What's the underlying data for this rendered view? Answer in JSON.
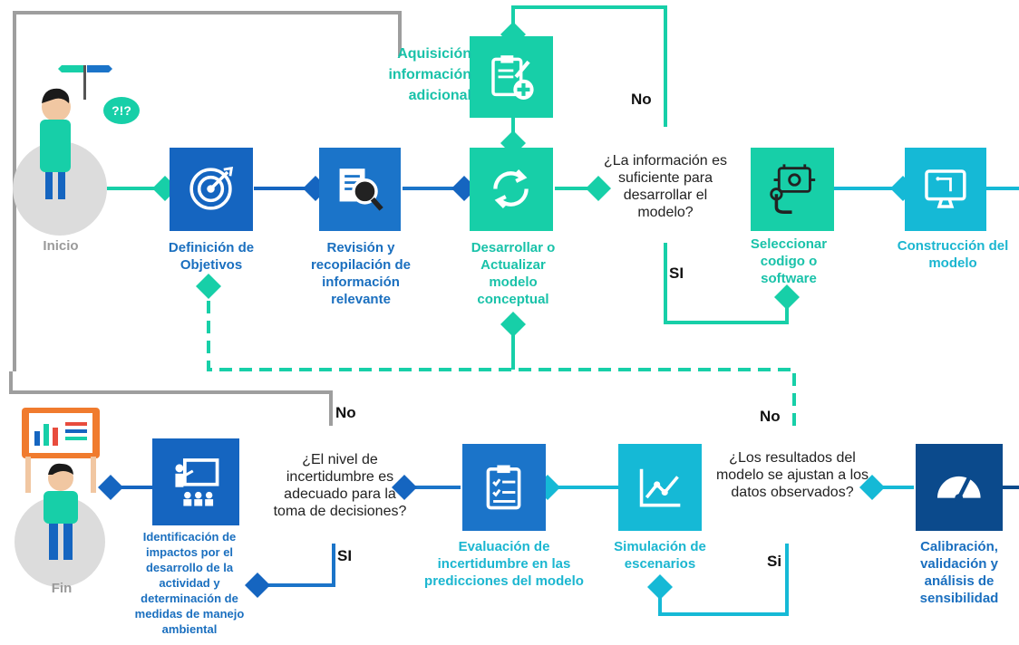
{
  "colors": {
    "blue": "#1565c0",
    "mid_blue": "#1b74c9",
    "teal": "#17cfa8",
    "cyan": "#15b9d6",
    "dark_blue": "#0b4a8c",
    "grey_line": "#9e9e9e"
  },
  "nodes": {
    "inicio": {
      "label": "Inicio"
    },
    "fin": {
      "label": "Fin"
    },
    "objetivos": {
      "label": "Definición de Objetivos",
      "icon": "target-icon"
    },
    "revision": {
      "label": "Revisión y recopilación de información relevante",
      "icon": "document-search-icon"
    },
    "modelo_conceptual": {
      "label": "Desarrollar o Actualizar modelo conceptual",
      "icon": "refresh-icon"
    },
    "aquisicion": {
      "label": "Aquisición información adicional",
      "icon": "clipboard-add-icon"
    },
    "seleccionar": {
      "label": "Seleccionar codigo o software",
      "icon": "touch-circuit-icon"
    },
    "construccion": {
      "label": "Construcción del modelo",
      "icon": "monitor-icon"
    },
    "calibracion": {
      "label": "Calibración, validación y análisis de sensibilidad",
      "icon": "gauge-icon"
    },
    "simulacion": {
      "label": "Simulación de escenarios",
      "icon": "line-chart-icon"
    },
    "evaluacion": {
      "label": "Evaluación de incertidumbre en las predicciones del modelo",
      "icon": "checklist-icon"
    },
    "identificacion": {
      "label": "Identificación de impactos por el desarrollo de la actividad y determinación de medidas de manejo ambiental",
      "icon": "presentation-icon"
    }
  },
  "decisions": {
    "d1": {
      "text": "¿La información es suficiente para desarrollar el modelo?",
      "no": "No",
      "yes": "SI"
    },
    "d2": {
      "text": "¿Los resultados del modelo se ajustan a los datos observados?",
      "no": "No",
      "yes": "Si"
    },
    "d3": {
      "text": "¿El nivel de incertidumbre es adecuado para la toma de decisiones?",
      "no": "No",
      "yes": "SI"
    }
  },
  "speech_bubble": "?!?"
}
